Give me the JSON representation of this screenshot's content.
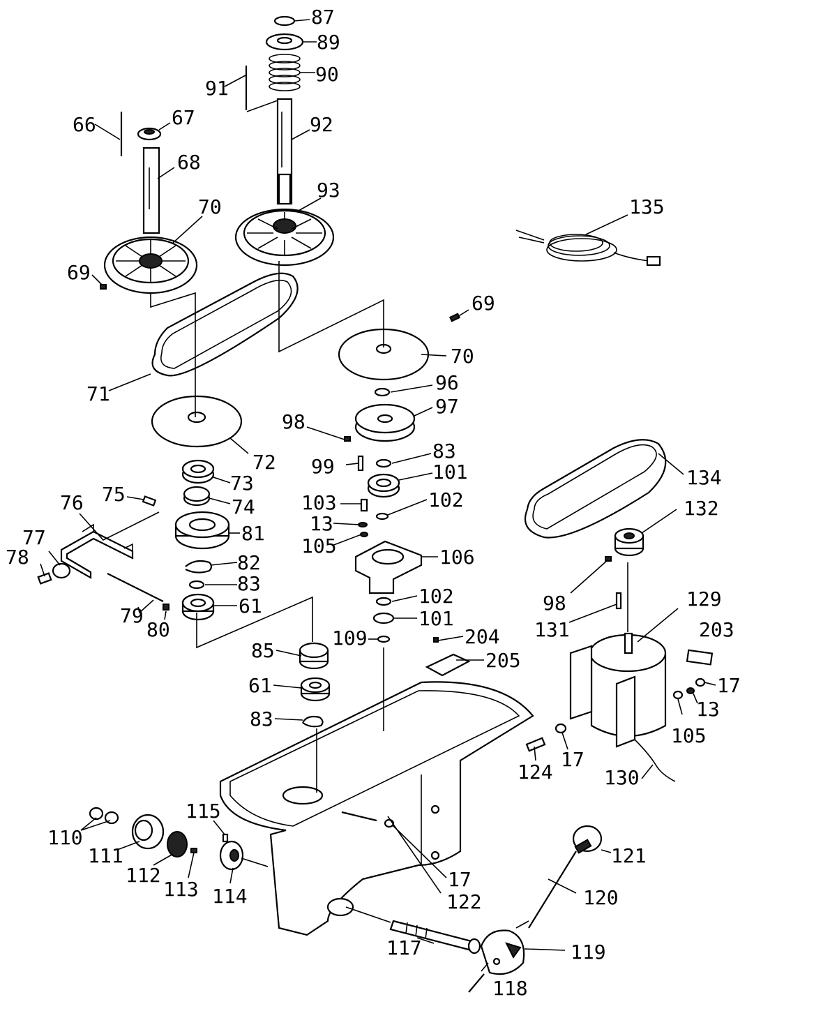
{
  "callouts": [
    {
      "id": "c87",
      "label": "87"
    },
    {
      "id": "c89",
      "label": "89"
    },
    {
      "id": "c90",
      "label": "90"
    },
    {
      "id": "c91",
      "label": "91"
    },
    {
      "id": "c92",
      "label": "92"
    },
    {
      "id": "c66",
      "label": "66"
    },
    {
      "id": "c67",
      "label": "67"
    },
    {
      "id": "c68",
      "label": "68"
    },
    {
      "id": "c93",
      "label": "93"
    },
    {
      "id": "c70a",
      "label": "70"
    },
    {
      "id": "c69a",
      "label": "69"
    },
    {
      "id": "c135",
      "label": "135"
    },
    {
      "id": "c69b",
      "label": "69"
    },
    {
      "id": "c70b",
      "label": "70"
    },
    {
      "id": "c71",
      "label": "71"
    },
    {
      "id": "c96",
      "label": "96"
    },
    {
      "id": "c97",
      "label": "97"
    },
    {
      "id": "c98a",
      "label": "98"
    },
    {
      "id": "c72",
      "label": "72"
    },
    {
      "id": "c83a",
      "label": "83"
    },
    {
      "id": "c99",
      "label": "99"
    },
    {
      "id": "c101a",
      "label": "101"
    },
    {
      "id": "c73",
      "label": "73"
    },
    {
      "id": "c134",
      "label": "134"
    },
    {
      "id": "c103",
      "label": "103"
    },
    {
      "id": "c102a",
      "label": "102"
    },
    {
      "id": "c74",
      "label": "74"
    },
    {
      "id": "c75",
      "label": "75"
    },
    {
      "id": "c76",
      "label": "76"
    },
    {
      "id": "c132",
      "label": "132"
    },
    {
      "id": "c13a",
      "label": "13"
    },
    {
      "id": "c81",
      "label": "81"
    },
    {
      "id": "c77",
      "label": "77"
    },
    {
      "id": "c105a",
      "label": "105"
    },
    {
      "id": "c106",
      "label": "106"
    },
    {
      "id": "c78",
      "label": "78"
    },
    {
      "id": "c82",
      "label": "82"
    },
    {
      "id": "c83b",
      "label": "83"
    },
    {
      "id": "c102b",
      "label": "102"
    },
    {
      "id": "c98b",
      "label": "98"
    },
    {
      "id": "c129",
      "label": "129"
    },
    {
      "id": "c61a",
      "label": "61"
    },
    {
      "id": "c79",
      "label": "79"
    },
    {
      "id": "c80",
      "label": "80"
    },
    {
      "id": "c101b",
      "label": "101"
    },
    {
      "id": "c131",
      "label": "131"
    },
    {
      "id": "c203",
      "label": "203"
    },
    {
      "id": "c109",
      "label": "109"
    },
    {
      "id": "c204",
      "label": "204"
    },
    {
      "id": "c85",
      "label": "85"
    },
    {
      "id": "c205",
      "label": "205"
    },
    {
      "id": "c17a",
      "label": "17"
    },
    {
      "id": "c61b",
      "label": "61"
    },
    {
      "id": "c13b",
      "label": "13"
    },
    {
      "id": "c83c",
      "label": "83"
    },
    {
      "id": "c105b",
      "label": "105"
    },
    {
      "id": "c124",
      "label": "124"
    },
    {
      "id": "c17b",
      "label": "17"
    },
    {
      "id": "c130",
      "label": "130"
    },
    {
      "id": "c115",
      "label": "115"
    },
    {
      "id": "c110",
      "label": "110"
    },
    {
      "id": "c111",
      "label": "111"
    },
    {
      "id": "c121",
      "label": "121"
    },
    {
      "id": "c112",
      "label": "112"
    },
    {
      "id": "c17c",
      "label": "17"
    },
    {
      "id": "c113",
      "label": "113"
    },
    {
      "id": "c114",
      "label": "114"
    },
    {
      "id": "c120",
      "label": "120"
    },
    {
      "id": "c122",
      "label": "122"
    },
    {
      "id": "c119",
      "label": "119"
    },
    {
      "id": "c117",
      "label": "117"
    },
    {
      "id": "c118",
      "label": "118"
    }
  ]
}
